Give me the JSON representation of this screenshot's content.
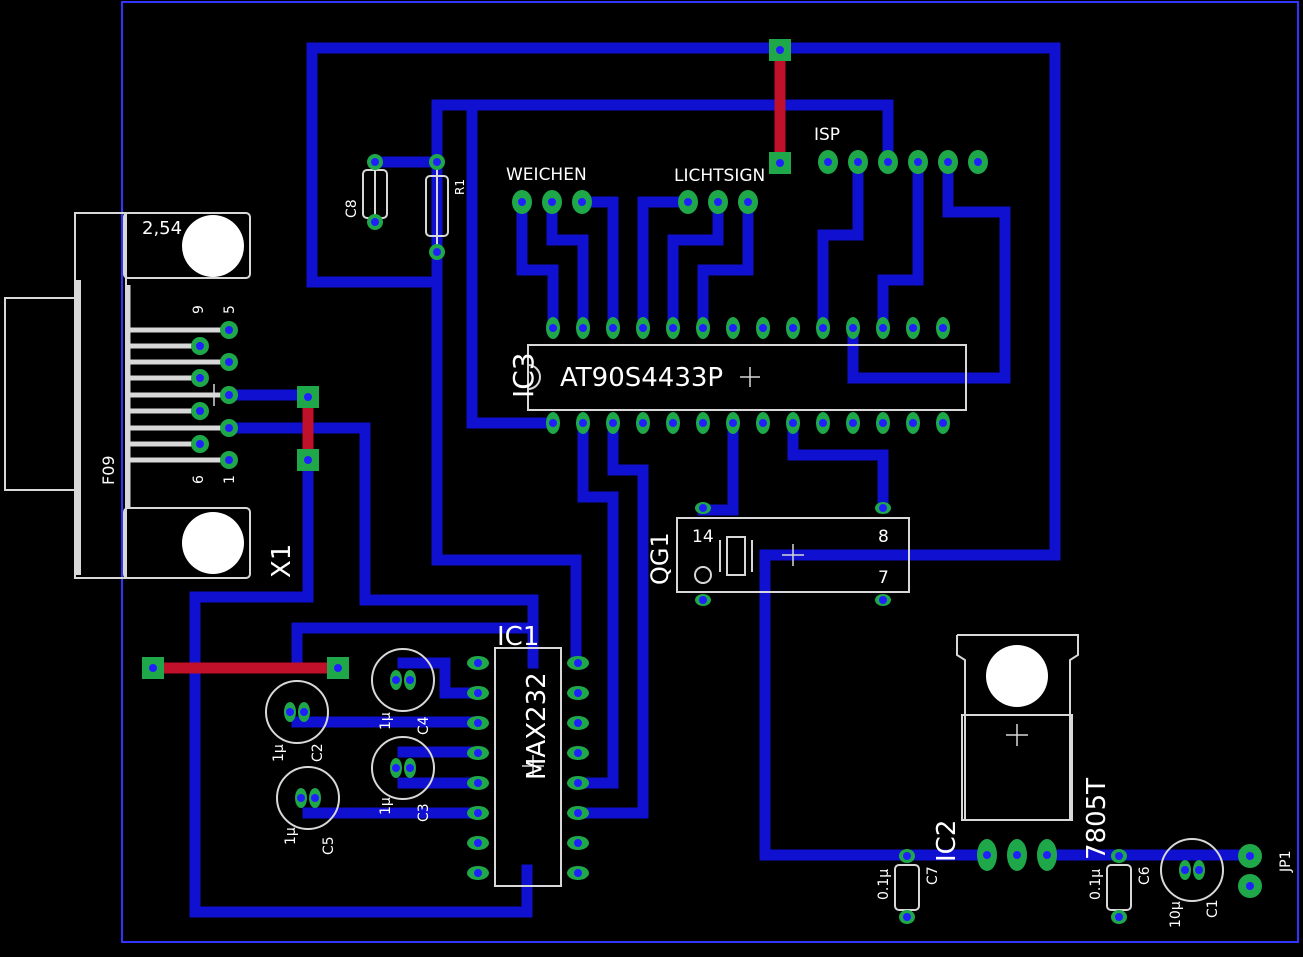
{
  "colors": {
    "background": "#000000",
    "board_outline": "#3333ff",
    "trace_bottom": "#1010d0",
    "trace_top": "#c0102a",
    "pad": "#1fa84a",
    "silkscreen": "#d8d8d8"
  },
  "labels": {
    "ic3_name": "IC3",
    "ic3_value": "AT90S4433P",
    "ic1_name": "IC1",
    "ic1_value": "MAX232",
    "qg1_name": "QG1",
    "qg1_pin14": "14",
    "qg1_pin8": "8",
    "qg1_pin7": "7",
    "ic2_name": "IC2",
    "ic2_value": "7805T",
    "x1_name": "X1",
    "x1_value": "F09",
    "x1_dim": "2,54",
    "x1_pin9": "9",
    "x1_pin5": "5",
    "x1_pin6": "6",
    "x1_pin1": "1",
    "weichen": "WEICHEN",
    "lichtsign": "LICHTSIGN",
    "isp": "ISP",
    "c8": "C8",
    "r1": "R1",
    "c2": "C2",
    "c2_val": "1µ",
    "c3": "C3",
    "c3_val": "1µ",
    "c4": "C4",
    "c4_val": "1µ",
    "c5": "C5",
    "c5_val": "1µ",
    "c7": "C7",
    "c7_val": "0.1µ",
    "c6": "C6",
    "c6_val": "0.1µ",
    "c1": "C1",
    "c1_val": "10µ",
    "jp1": "JP1"
  }
}
